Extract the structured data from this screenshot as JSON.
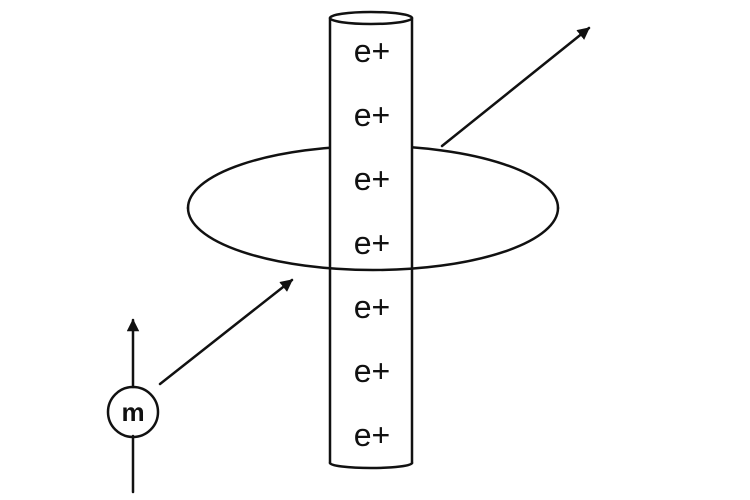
{
  "diagram": {
    "charge_labels": [
      "e+",
      "e+",
      "e+",
      "e+",
      "e+",
      "e+",
      "e+"
    ],
    "particle_label": "m",
    "colors": {
      "ink": "#111111",
      "background": "#ffffff"
    }
  }
}
